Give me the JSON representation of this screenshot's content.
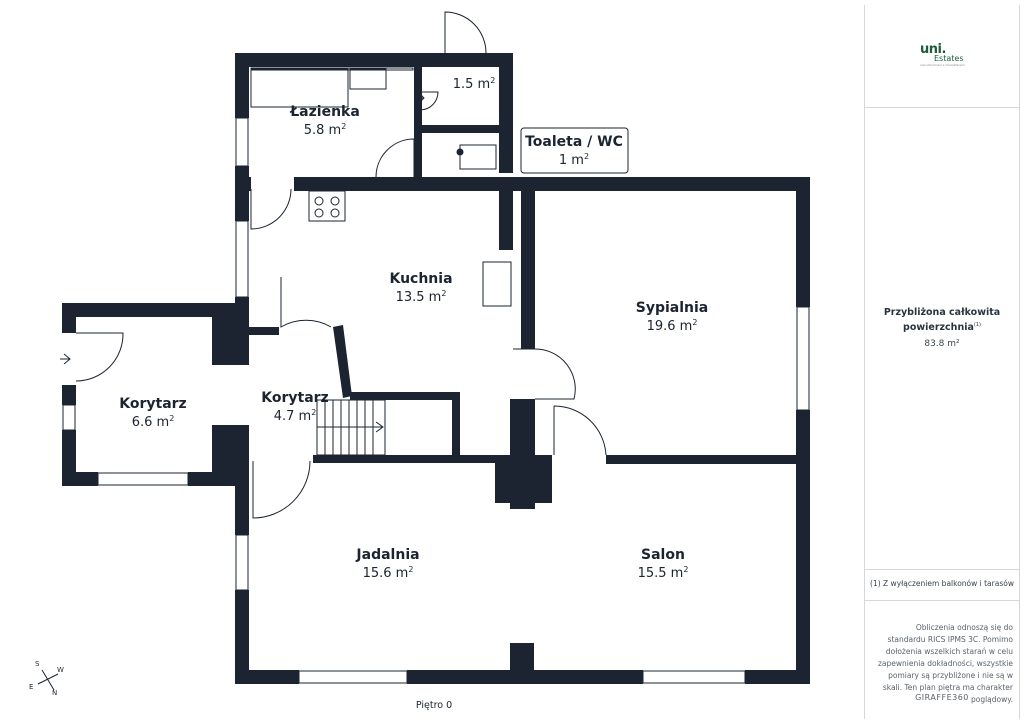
{
  "rooms": [
    {
      "name": "Łazienka",
      "area": "5.8 m"
    },
    {
      "name": "",
      "area": "1.5 m"
    },
    {
      "name": "Toaleta / WC",
      "area": "1 m"
    },
    {
      "name": "Kuchnia",
      "area": "13.5 m"
    },
    {
      "name": "Sypialnia",
      "area": "19.6 m"
    },
    {
      "name": "Korytarz",
      "area": "6.6 m"
    },
    {
      "name": "Korytarz",
      "area": "4.7 m"
    },
    {
      "name": "Jadalnia",
      "area": "15.6 m"
    },
    {
      "name": "Salon",
      "area": "15.5 m"
    }
  ],
  "area_unit_superscript": "2",
  "brand": {
    "logo_mark": "uni.",
    "logo_word": "Estates",
    "tagline": "nieruchomości z charakterem"
  },
  "summary": {
    "total_label": "Przybliżona całkowita powierzchnia",
    "total_marker": "(1)",
    "total_value": "83.8 m²",
    "footnote": "(1) Z wyłączeniem balkonów i tarasów",
    "disclaimer": "Obliczenia odnoszą się do standardu RICS IPMS 3C. Pomimo dołożenia wszelkich starań w celu zapewnienia dokładności, wszystkie pomiary są przybliżone i nie są w skali. Ten plan piętra ma charakter poglądowy.",
    "provider": "GIRAFFE360"
  },
  "floor_label": "Piętro 0",
  "compass": {
    "s": "S",
    "w": "W",
    "e": "E",
    "n": "N"
  },
  "colors": {
    "wall": "#1b2430",
    "brand_green": "#1f5c3a"
  }
}
